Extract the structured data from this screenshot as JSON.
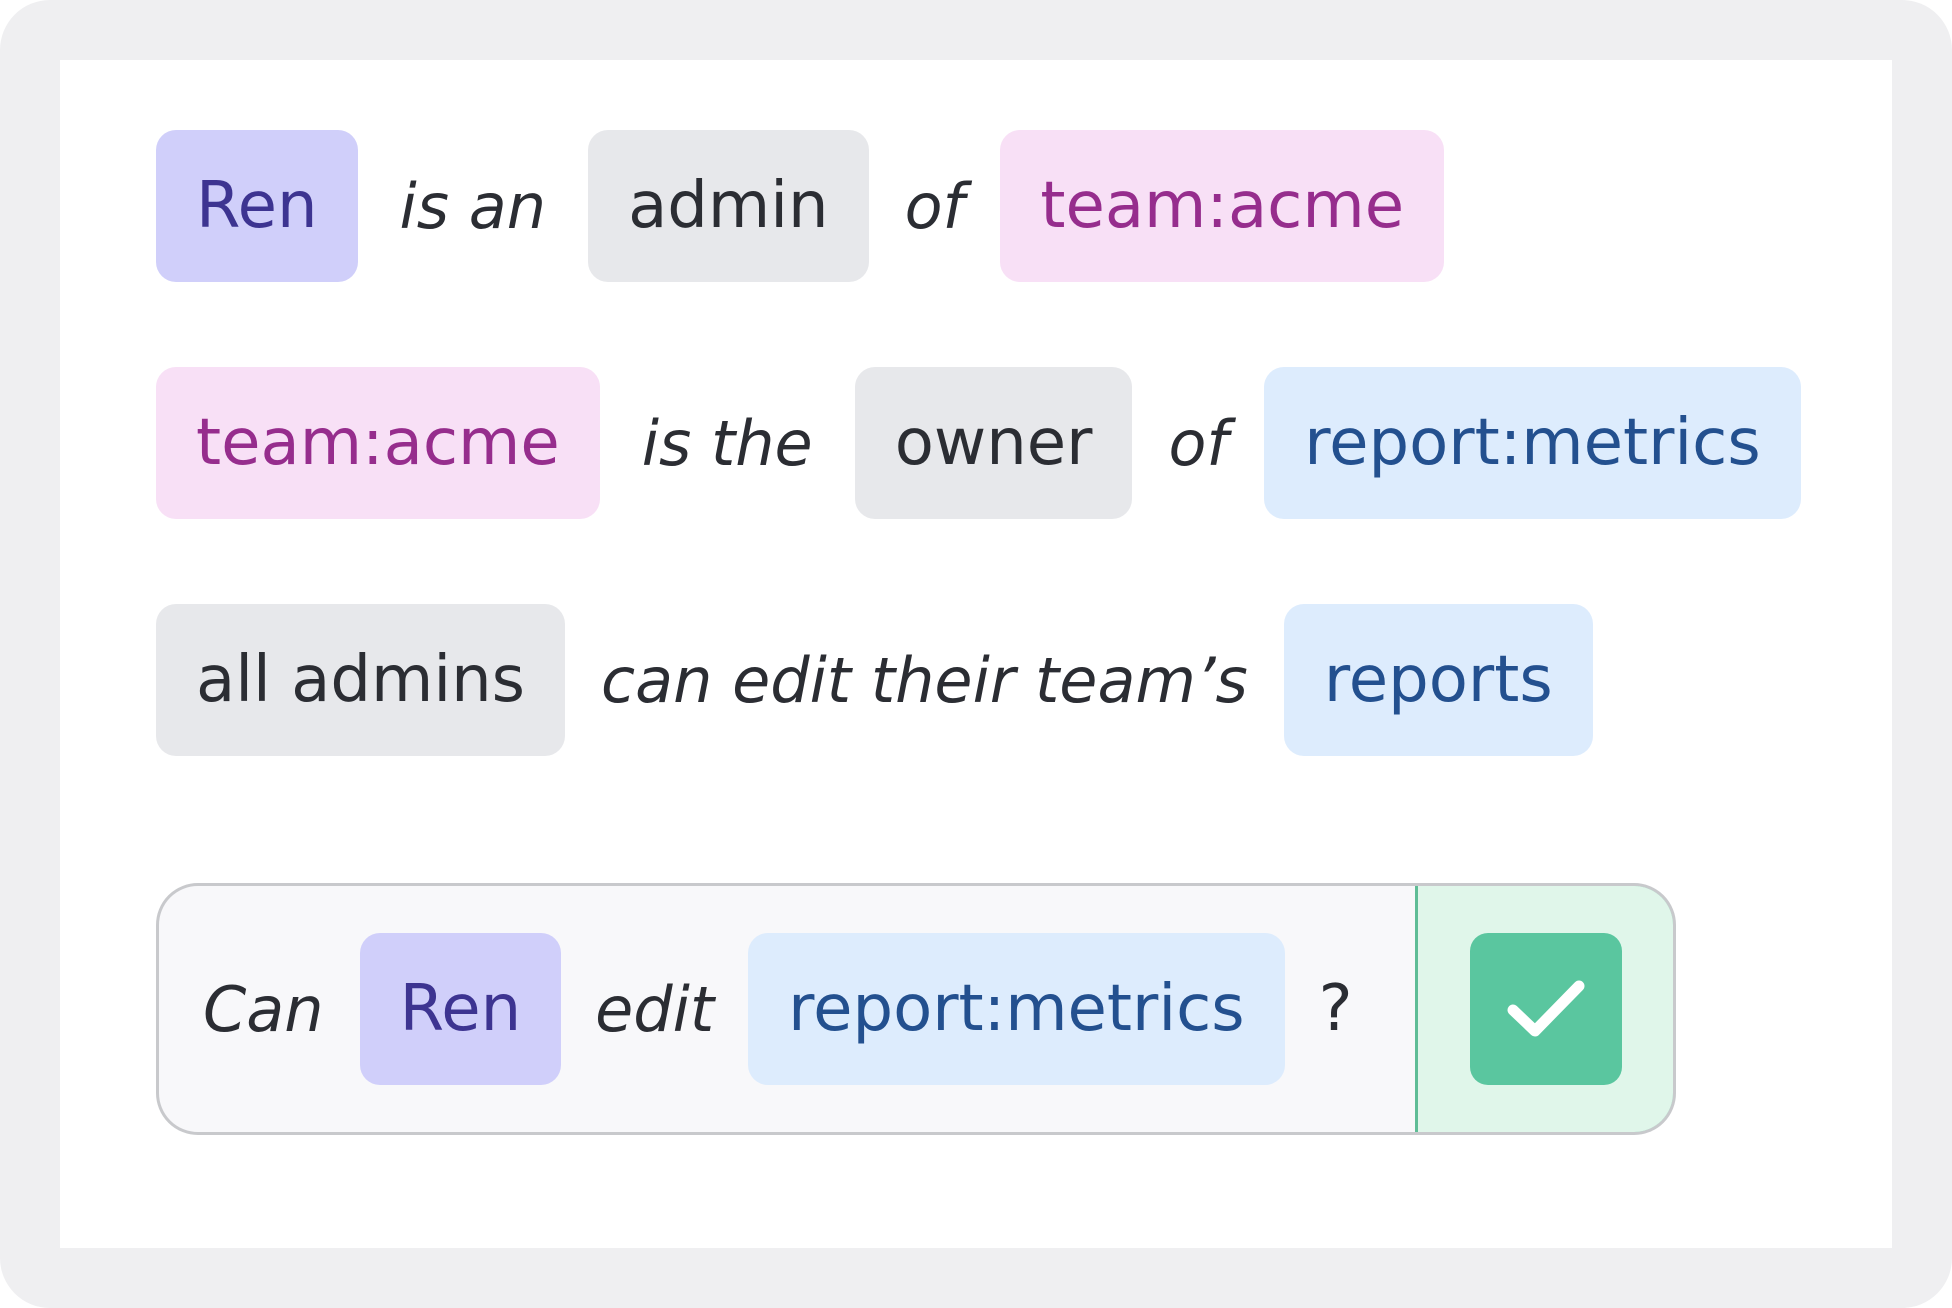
{
  "statements": [
    {
      "subject": "Ren",
      "connector1": "is an",
      "relation": "admin",
      "connector2": "of",
      "object": "team:acme"
    },
    {
      "subject": "team:acme",
      "connector1": "is the",
      "relation": "owner",
      "connector2": "of",
      "object": "report:metrics"
    },
    {
      "subject": "all admins",
      "connector1": "can edit their team’s",
      "object": "reports"
    }
  ],
  "query": {
    "prefix": "Can",
    "subject": "Ren",
    "verb": "edit",
    "object": "report:metrics",
    "question_mark": "?",
    "result": "allowed",
    "result_icon": "checkmark-icon"
  },
  "colors": {
    "user_chip": "#d0cffa",
    "relation_chip": "#e7e8eb",
    "team_chip": "#f8e0f6",
    "report_chip": "#ddecfd",
    "result_green": "#5ac69f"
  }
}
